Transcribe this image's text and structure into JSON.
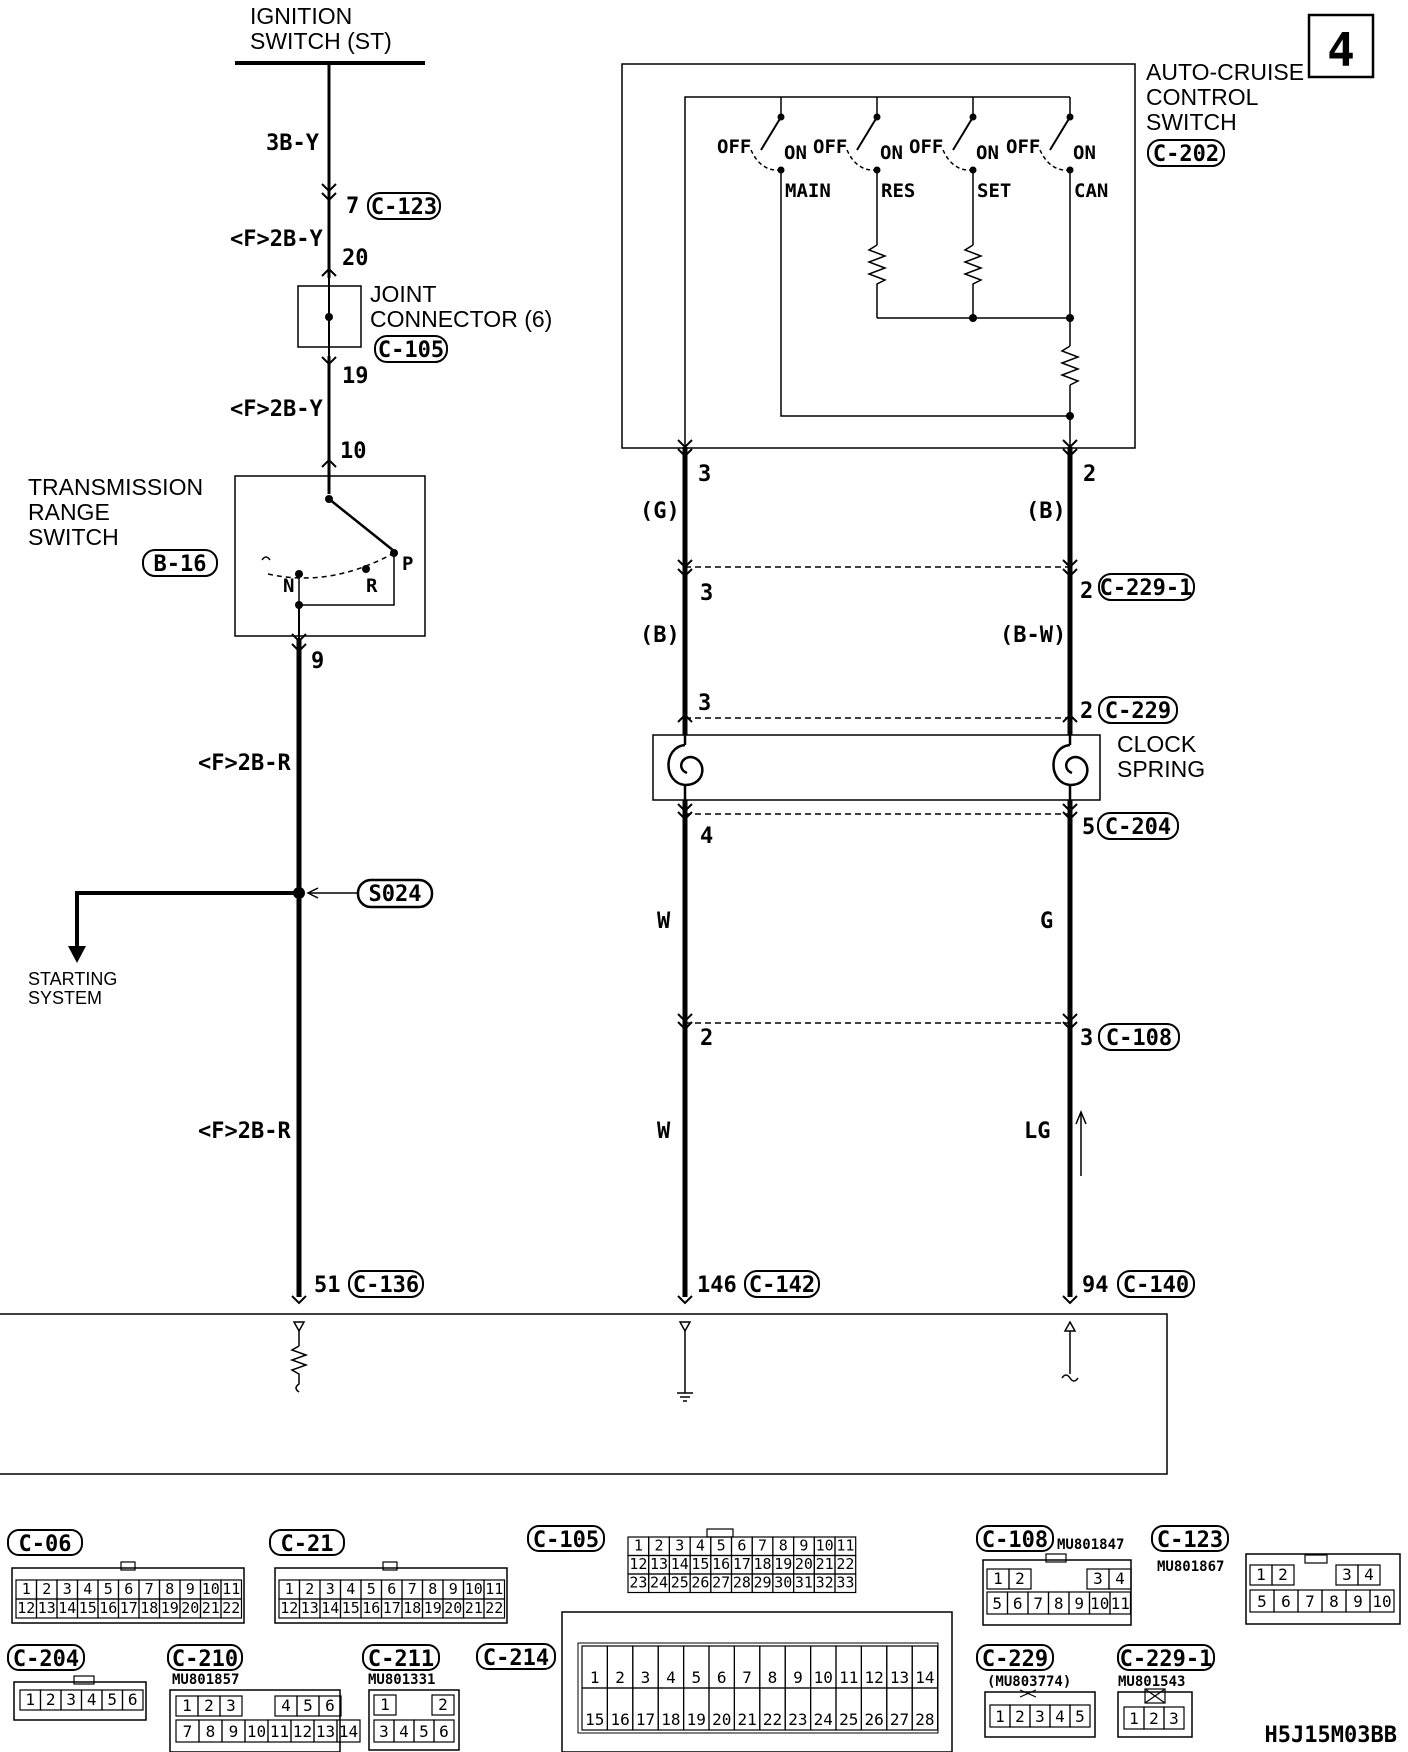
{
  "page_number": "4",
  "footer_code": "H5J15M03BB",
  "left_circuit": {
    "ignition_switch": "IGNITION\nSWITCH (ST)",
    "wire_1": "3B-Y",
    "pin_7": "7",
    "conn_c123": "C-123",
    "wire_2": "<F>2B-Y",
    "pin_20": "20",
    "joint_connector": "JOINT\nCONNECTOR (6)",
    "conn_c105": "C-105",
    "pin_19": "19",
    "wire_3": "<F>2B-Y",
    "pin_10": "10",
    "transmission_range_switch": "TRANSMISSION\nRANGE\nSWITCH",
    "conn_b16": "B-16",
    "pos_n": "N",
    "pos_r": "R",
    "pos_p": "P",
    "pin_9": "9",
    "wire_4": "<F>2B-R",
    "splice": "S024",
    "starting_system": "STARTING\nSYSTEM",
    "wire_5": "<F>2B-R",
    "pin_51": "51",
    "conn_c136": "C-136"
  },
  "right_circuit": {
    "auto_cruise_switch": "AUTO-CRUISE\nCONTROL\nSWITCH",
    "conn_c202": "C-202",
    "switches": [
      {
        "off": "OFF",
        "on": "ON",
        "name": "MAIN"
      },
      {
        "off": "OFF",
        "on": "ON",
        "name": "RES"
      },
      {
        "off": "OFF",
        "on": "ON",
        "name": "SET"
      },
      {
        "off": "OFF",
        "on": "ON",
        "name": "CAN"
      }
    ],
    "left_pin_3a": "3",
    "right_pin_2a": "2",
    "left_color_1": "(G)",
    "right_color_1": "(B)",
    "left_pin_3b": "3",
    "right_pin_2b": "2",
    "conn_c229_1": "C-229-1",
    "left_color_2": "(B)",
    "right_color_2": "(B-W)",
    "left_pin_3c": "3",
    "right_pin_2c": "2",
    "conn_c229": "C-229",
    "clock_spring": "CLOCK\nSPRING",
    "left_pin_4": "4",
    "right_pin_5": "5",
    "conn_c204": "C-204",
    "left_color_3": "W",
    "right_color_3": "G",
    "left_pin_2": "2",
    "right_pin_3": "3",
    "conn_c108": "C-108",
    "left_color_4": "W",
    "right_color_4": "LG",
    "pin_146": "146",
    "conn_c142": "C-142",
    "pin_94": "94",
    "conn_c140": "C-140"
  },
  "connectors": {
    "c06": "C-06",
    "c21": "C-21",
    "c105": "C-105",
    "c108": "C-108",
    "c108_part": "MU801847",
    "c123": "C-123",
    "c123_part": "MU801867",
    "c204": "C-204",
    "c210": "C-210",
    "c210_part": "MU801857",
    "c211": "C-211",
    "c211_part": "MU801331",
    "c214": "C-214",
    "c229": "C-229",
    "c229_part": "(MU803774)",
    "c229_1": "C-229-1",
    "c229_1_part": "MU801543"
  }
}
